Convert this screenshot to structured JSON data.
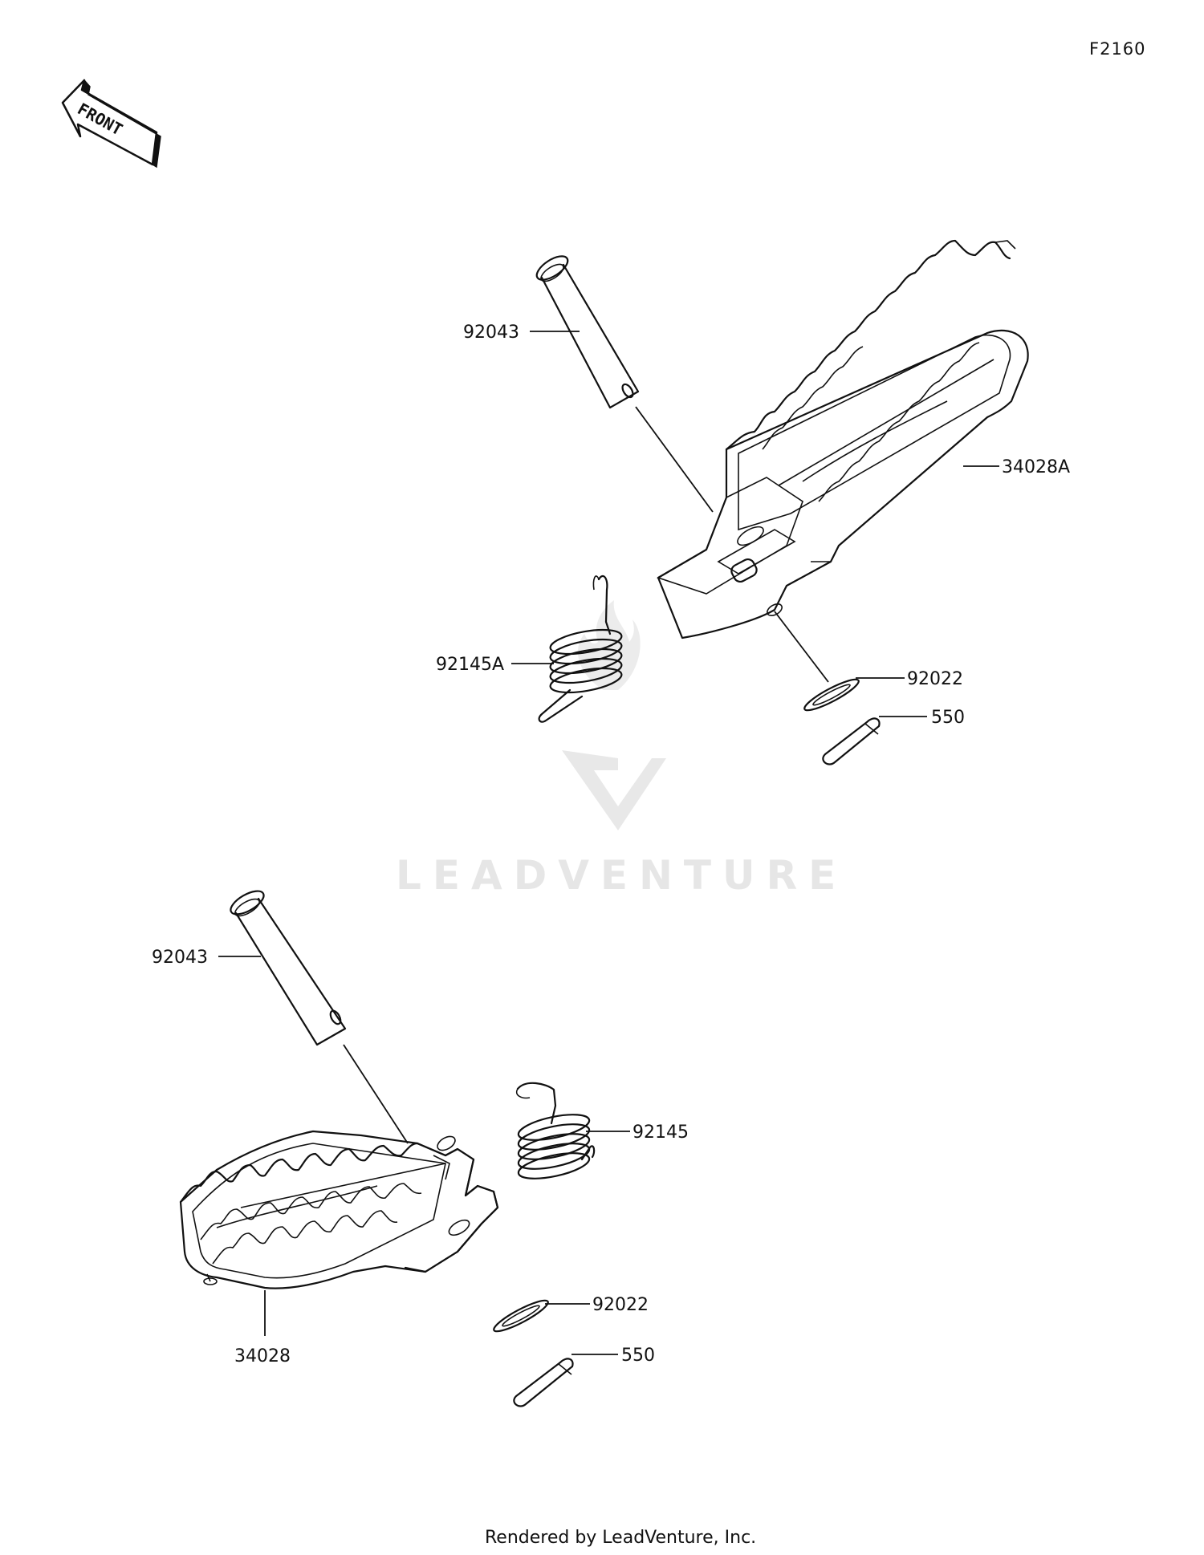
{
  "diagram_code": "F2160",
  "front_indicator": {
    "label": "FRONT",
    "icon": "front-arrow-icon"
  },
  "watermark": {
    "text": "LEADVENTURE",
    "icon": "leadventure-logo-icon",
    "color": "#e6e6e6"
  },
  "upper_assembly": {
    "pin_label": "92043",
    "footpeg_label": "34028A",
    "spring_label": "92145A",
    "washer_label": "92022",
    "cotter_label": "550"
  },
  "lower_assembly": {
    "pin_label": "92043",
    "footpeg_label": "34028",
    "spring_label": "92145",
    "washer_label": "92022",
    "cotter_label": "550"
  },
  "footer": {
    "text": "Rendered by LeadVenture, Inc."
  }
}
